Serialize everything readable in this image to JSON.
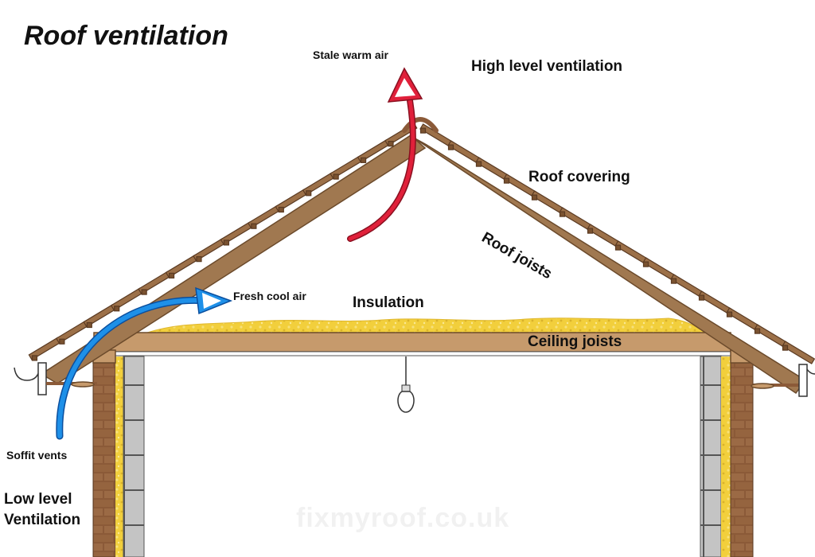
{
  "title": "Roof ventilation",
  "labels": {
    "stale_air": "Stale warm air",
    "high_level": "High level ventilation",
    "roof_covering": "Roof covering",
    "roof_joists": "Roof joists",
    "fresh_air": "Fresh cool air",
    "insulation": "Insulation",
    "ceiling_joists": "Ceiling joists",
    "soffit_vents": "Soffit vents",
    "low_level_line1": "Low level",
    "low_level_line2": "Ventilation"
  },
  "watermark": "fixmyroof.co.uk",
  "colors": {
    "timber": "#a07850",
    "timber_dark": "#6b4a2b",
    "insulation": "#f2cf3c",
    "brick": "#8b5a38",
    "block": "#c4c4c4",
    "warm_arrow": "#e0203a",
    "cool_arrow": "#1e90e8"
  },
  "icons": {
    "light": "light-bulb-icon",
    "gutter": "gutter-icon"
  }
}
